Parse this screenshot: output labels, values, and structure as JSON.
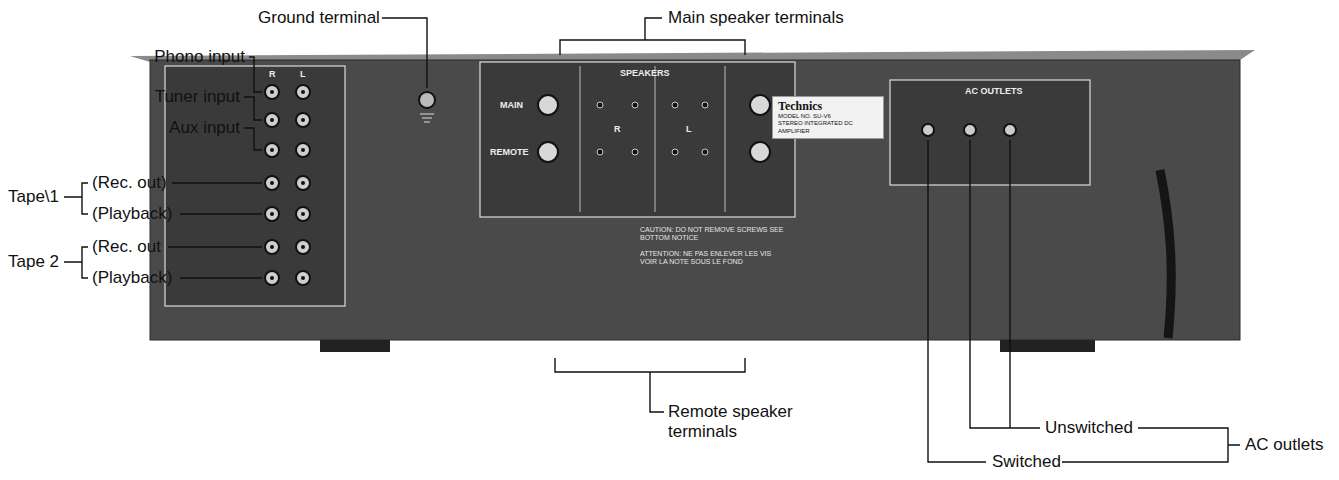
{
  "diagram": {
    "nodes": [
      {
        "text": [
          "Technics",
          "MODEL NO. SU-V6",
          "STEREO INTEGRATED DC AMPLIFIER"
        ]
      }
    ],
    "labels": [
      "Ground terminal",
      "Phono input",
      "Tuner input",
      "Aux input",
      "Tape\\1",
      "(Rec. out)",
      "(Playback)",
      "Tape 2",
      "(Rec. out",
      "(Playback)",
      "Main speaker terminals",
      "Remote speaker terminals",
      "Unswitched",
      "Switched",
      "AC outlets",
      "R",
      "L",
      "MAIN",
      "REMOTE",
      "R",
      "L",
      "SPEAKERS",
      "CAUTION: DO NOT REMOVE SCREWS SEE BOTTOM NOTICE",
      "ATTENTION: NE PAS ENLEVER LES VIS VOIR LA NOTE SOUS LE FOND",
      "AC OUTLETS"
    ]
  }
}
